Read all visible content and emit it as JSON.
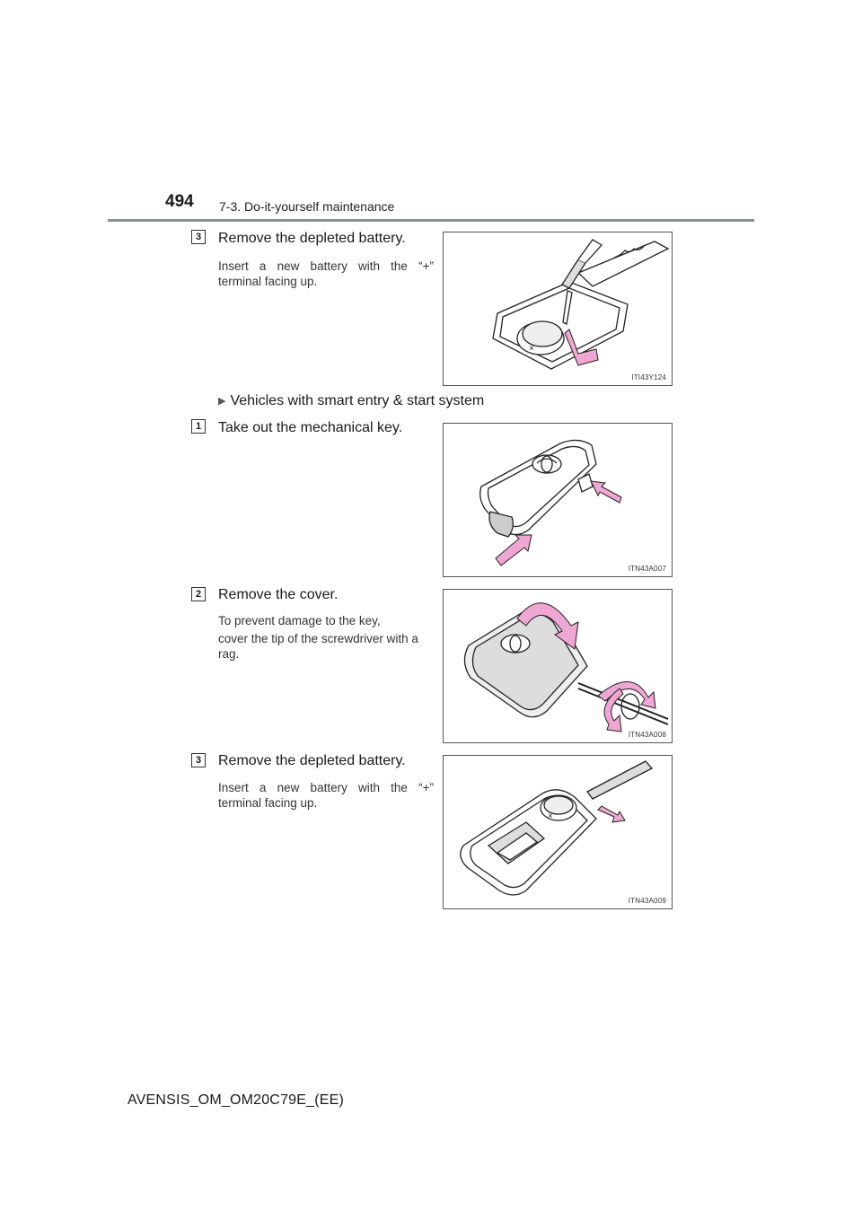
{
  "header": {
    "page_number": "494",
    "section": "7-3. Do-it-yourself maintenance"
  },
  "step_a3": {
    "badge": "3",
    "title": "Remove the depleted battery.",
    "note": "Insert a new battery with the “+” terminal facing up.",
    "figure_code": "ITI43Y124"
  },
  "subheading": {
    "marker_icon": "triangle-right-icon",
    "text": "Vehicles with smart entry & start system"
  },
  "step_b1": {
    "badge": "1",
    "title": "Take out the mechanical key.",
    "figure_code": "ITN43A007"
  },
  "step_b2": {
    "badge": "2",
    "title": "Remove the cover.",
    "note_line1": "To prevent damage to the key,",
    "note_line2": "cover the tip of the screwdriver with a rag.",
    "figure_code": "ITN43A008"
  },
  "step_b3": {
    "badge": "3",
    "title": "Remove the depleted battery.",
    "note": "Insert a new battery with the “+” terminal facing up.",
    "figure_code": "ITN43A009"
  },
  "footer": {
    "doc_id": "AVENSIS_OM_OM20C79E_(EE)"
  },
  "colors": {
    "arrow_pink": "#f0a6d2",
    "rule_gray": "#8a9192"
  }
}
